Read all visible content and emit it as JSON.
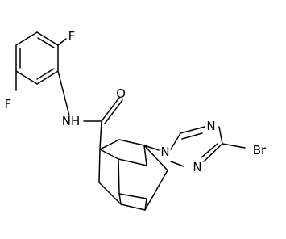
{
  "atoms": {
    "f_top": "F",
    "f_bottom": "F",
    "nh": "NH",
    "o": "O",
    "n_triazole_1": "N",
    "n_triazole_2": "N",
    "n_triazole_4": "N",
    "br": "Br"
  },
  "colors": {
    "ink": "#000000",
    "background": "#ffffff"
  }
}
